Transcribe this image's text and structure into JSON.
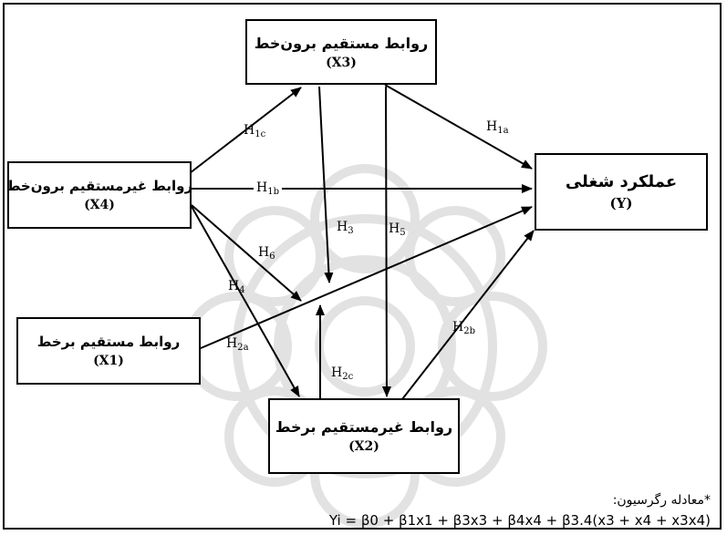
{
  "nodes": {
    "x3": {
      "title": "روابط مستقیم برون‌خط",
      "var": "(X3)"
    },
    "x4": {
      "title": "روابط غیرمستقیم برون‌خط",
      "var": "(X4)"
    },
    "y": {
      "title": "عملکرد شغلی",
      "var": "(Y)"
    },
    "x1": {
      "title": "روابط مستقیم برخط",
      "var": "(X1)"
    },
    "x2": {
      "title": "روابط غیرمستقیم برخط",
      "var": "(X2)"
    }
  },
  "hypotheses": {
    "h1c": {
      "base": "H",
      "sub": "1c"
    },
    "h1a": {
      "base": "H",
      "sub": "1a"
    },
    "h1b": {
      "base": "H",
      "sub": "1b"
    },
    "h3": {
      "base": "H",
      "sub": "3"
    },
    "h5": {
      "base": "H",
      "sub": "5"
    },
    "h6": {
      "base": "H",
      "sub": "6"
    },
    "h4": {
      "base": "H",
      "sub": "4"
    },
    "h2a": {
      "base": "H",
      "sub": "2a"
    },
    "h2b": {
      "base": "H",
      "sub": "2b"
    },
    "h2c": {
      "base": "H",
      "sub": "2c"
    }
  },
  "equation": {
    "note": "*معادله رگرسیون:",
    "formula": "Yi = β0 + β1x1 + β3x3 + β4x4 + β3.4(x3 + x4 + x3x4)"
  },
  "colors": {
    "line": "#000000",
    "watermark": "#c8c8c8"
  }
}
